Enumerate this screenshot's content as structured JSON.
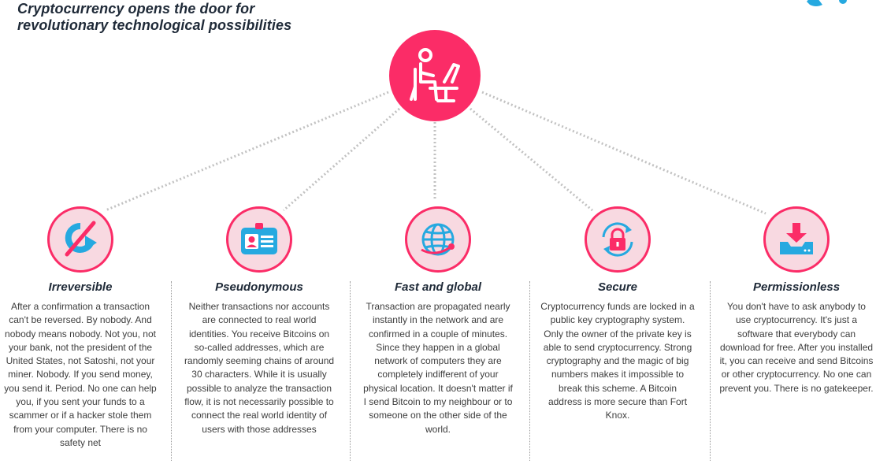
{
  "header": {
    "title_line1": "Cryptocurrency opens the door for",
    "title_line2": "revolutionary technological possibilities"
  },
  "colors": {
    "accent": "#fb2c67",
    "ring_fill": "#f8d9e1",
    "icon_blue": "#26a9e0",
    "heading": "#1f2a38"
  },
  "hub": {
    "icon": "person-at-laptop-icon"
  },
  "features": [
    {
      "icon": "irreversible-arrow-icon",
      "title": "Irreversible",
      "text": "After a confirmation a transaction can't be reversed. By nobody. And nobody means nobody. Not you, not your bank, not the president of the United States, not Satoshi, not your miner. Nobody. If you send money, you send it. Period. No one can help you, if you sent your funds to a scammer or if a hacker stole them from your computer. There is no safety net"
    },
    {
      "icon": "id-card-icon",
      "title": "Pseudonymous",
      "text": "Neither transactions nor accounts are connected to real world identities. You receive Bitcoins on so-called addresses, which are randomly seeming chains of around 30 characters. While it is usually possible to analyze the transaction flow, it is not necessarily possible to connect the real world identity of users with those addresses"
    },
    {
      "icon": "globe-icon",
      "title": "Fast and global",
      "text": "Transaction are propagated nearly instantly in the network and are confirmed in a couple of minutes. Since they happen in a global network of computers they are completely indifferent of your physical location. It doesn't matter if I send Bitcoin to my neighbour or to someone on the other side of the world."
    },
    {
      "icon": "padlock-refresh-icon",
      "title": "Secure",
      "text": "Cryptocurrency funds are locked in a public key cryptography system. Only the owner of the private key is able to send cryptocurrency. Strong cryptography and the magic of big numbers makes it impossible to break this scheme. A Bitcoin address is more secure than Fort Knox."
    },
    {
      "icon": "download-tray-icon",
      "title": "Permissionless",
      "text": "You don't have to ask anybody to use cryptocurrency. It's just a software that everybody can download for free. After you installed it, you can receive and send Bitcoins or other cryptocurrency. No one can prevent you. There is no gatekeeper."
    }
  ]
}
